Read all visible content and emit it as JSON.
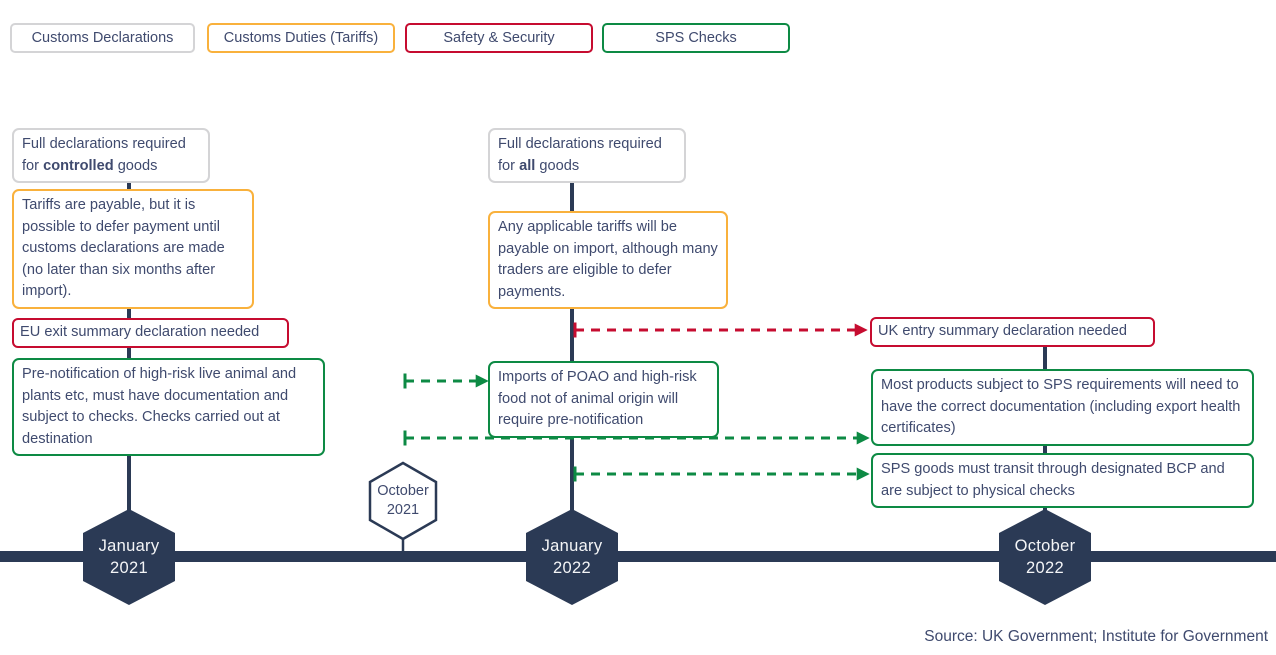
{
  "legend": {
    "items": [
      {
        "label": "Customs Declarations",
        "color": "#d4d4d6"
      },
      {
        "label": "Customs Duties (Tariffs)",
        "color": "#f9b13c"
      },
      {
        "label": "Safety & Security",
        "color": "#c60c30"
      },
      {
        "label": "SPS Checks",
        "color": "#0d8a44"
      }
    ]
  },
  "timeline": {
    "milestones": [
      {
        "month": "January",
        "year": "2021",
        "style": "filled"
      },
      {
        "month": "October",
        "year": "2021",
        "style": "outline"
      },
      {
        "month": "January",
        "year": "2022",
        "style": "filled"
      },
      {
        "month": "October",
        "year": "2022",
        "style": "filled"
      }
    ]
  },
  "boxes": {
    "jan2021_declarations": {
      "pre": "Full declarations required for ",
      "bold": "controlled",
      "post": " goods"
    },
    "jan2021_tariffs": "Tariffs are payable, but it is possible to defer payment until customs declarations are made (no later than six months after import).",
    "jan2021_safety": "EU exit summary declaration needed",
    "jan2021_sps": "Pre-notification of high-risk live animal and plants etc, must have documentation and subject to checks. Checks carried out at destination",
    "jan2022_declarations": {
      "pre": "Full declarations required for ",
      "bold": "all",
      "post": " goods"
    },
    "jan2022_tariffs": "Any applicable tariffs will be payable on import, although many traders are eligible to defer payments.",
    "jan2022_sps": "Imports of POAO and high-risk food not of animal origin will require pre-notification",
    "oct2022_safety": "UK entry summary declaration needed",
    "oct2022_sps_documentation": "Most products subject to SPS requirements will need to have the correct documentation (including export health certificates)",
    "oct2022_sps_bcp": "SPS goods must transit through designated BCP and are subject to physical checks"
  },
  "source": "Source: UK Government; Institute for Government",
  "colors": {
    "navy": "#2b3a55",
    "text": "#3f4a6e",
    "grey_border": "#d4d4d6",
    "orange": "#f9b13c",
    "red": "#c60c30",
    "green": "#0d8a44"
  }
}
